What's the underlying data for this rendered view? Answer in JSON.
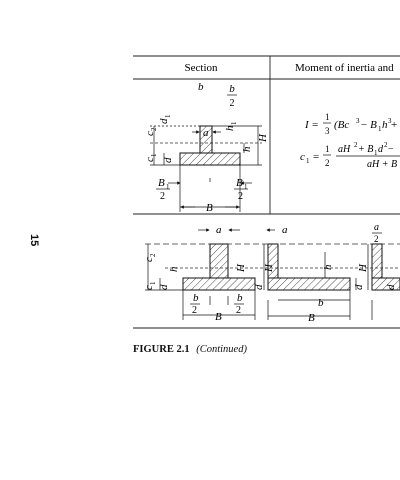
{
  "page": {
    "number": "15"
  },
  "table": {
    "header": {
      "col_section": "Section",
      "col_moment": "Moment of inertia and"
    },
    "row1": {
      "section_labels": {
        "b": "b",
        "b_half_num": "b",
        "b_half_den": "2",
        "a": "a",
        "h1": "h",
        "h1_sub": "1",
        "h": "h",
        "H": "H",
        "c2": "c",
        "c2_sub": "2",
        "c1": "c",
        "c1_sub": "1",
        "d": "d",
        "d1": "d",
        "d1_sub": "1",
        "B1_num": "B",
        "B1_num_sub": "1",
        "B1_den": "2",
        "B": "B"
      },
      "formula_I": {
        "lhs": "I =",
        "frac_num": "1",
        "frac_den": "3",
        "body": "(Bc",
        "exp3": "3",
        "mid": " − B",
        "mid_sub": "1",
        "h3": "h",
        "h3_exp": "3",
        "tail": " +"
      },
      "formula_c1": {
        "lhs": "c",
        "lhs_sub": "1",
        "eq": "=",
        "frac_num": "1",
        "frac_den": "2",
        "num": "aH",
        "num_exp": "2",
        "num_mid": " + B",
        "num_sub": "1",
        "num_d": "d",
        "num_d_exp": "2",
        "num_tail": " −",
        "den": "aH + B"
      }
    },
    "row2": {
      "labels": {
        "a1": "a",
        "H1": "H",
        "d1": "d",
        "c2": "c",
        "c2_sub": "2",
        "c1": "c",
        "c1_sub": "1",
        "dL": "d",
        "h": "h",
        "b_num": "b",
        "b_den": "2",
        "B": "B",
        "a2": "a",
        "H2": "H",
        "d2": "d",
        "h2": "h",
        "b2": "b",
        "B2": "B",
        "a3_num": "a",
        "a3_den": "2",
        "H3": "H",
        "d3": "d"
      }
    }
  },
  "caption": {
    "figure": "FIGURE 2.1",
    "continued": "(Continued)"
  }
}
